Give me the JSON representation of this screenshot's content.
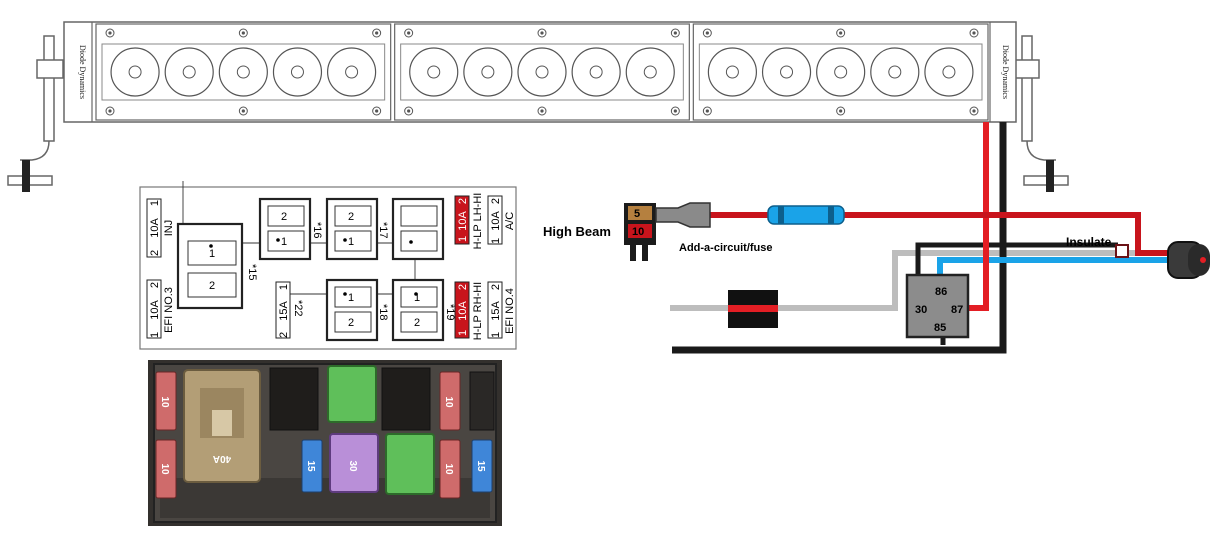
{
  "light_bar": {
    "brand_left": "Diode Dynamics",
    "brand_right": "Diode Dynamics",
    "segments": 3,
    "leds_per_segment": 5
  },
  "fuse_box_diagram": {
    "slots": {
      "inj": {
        "left": "1",
        "amp": "10A",
        "right": "2",
        "name": "INJ"
      },
      "efi3": {
        "left": "1",
        "amp": "10A",
        "right": "2",
        "name": "EFI NO.3"
      },
      "hlp_lh": {
        "left": "1",
        "amp": "10A",
        "right": "2",
        "name": "H-LP LH-HI"
      },
      "ac": {
        "left": "1",
        "amp": "10A",
        "right": "2",
        "name": "A/C"
      },
      "hlp_rh": {
        "left": "1",
        "amp": "10A",
        "right": "2",
        "name": "H-LP RH-HI"
      },
      "efi4": {
        "left": "1",
        "amp": "15A",
        "right": "2",
        "name": "EFI NO.4"
      },
      "s22": {
        "left": "2",
        "amp": "15A",
        "right": "1"
      }
    },
    "relay_pin_1": "1",
    "relay_pin_2": "2",
    "refs": {
      "r15": "*15",
      "r16": "*16",
      "r17": "*17",
      "r18": "*18",
      "r19": "*19",
      "r22": "*22"
    }
  },
  "fuse_photo": {
    "fuses": [
      "10",
      "10",
      "10",
      "10",
      "15",
      "15",
      "30"
    ],
    "big_fuse_label": "40A"
  },
  "wiring": {
    "high_beam_label": "High Beam",
    "add_a_circuit_label": "Add-a-circuit/fuse",
    "fuse_top_value": "5",
    "fuse_bottom_value": "10",
    "insulate_label": "Insulate",
    "relay_pins": {
      "p86": "86",
      "p30": "30",
      "p87": "87",
      "p85": "85"
    }
  },
  "colors": {
    "wire_red": "#e31e24",
    "wire_black": "#1a1a1a",
    "wire_blue": "#1aa3e8",
    "wire_gray": "#bdbdbd",
    "relay_body": "#8c8c8c",
    "fuse_red": "#c8141c",
    "fuse_tan": "#b5803f"
  }
}
